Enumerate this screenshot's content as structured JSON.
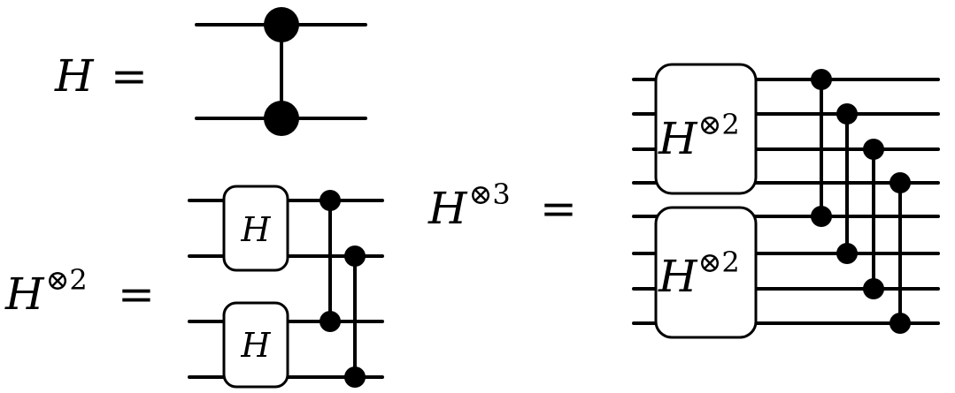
{
  "equations": {
    "h_label": "H",
    "h2_label": "H",
    "h3_label": "H",
    "equals": "=",
    "tensor_symbol": "⊗",
    "power_two": "2",
    "power_three": "3"
  },
  "gates": {
    "h_gate_label": "H",
    "h2_gate_label": "H",
    "h2_gate_power": "2",
    "tensor_symbol": "⊗"
  }
}
